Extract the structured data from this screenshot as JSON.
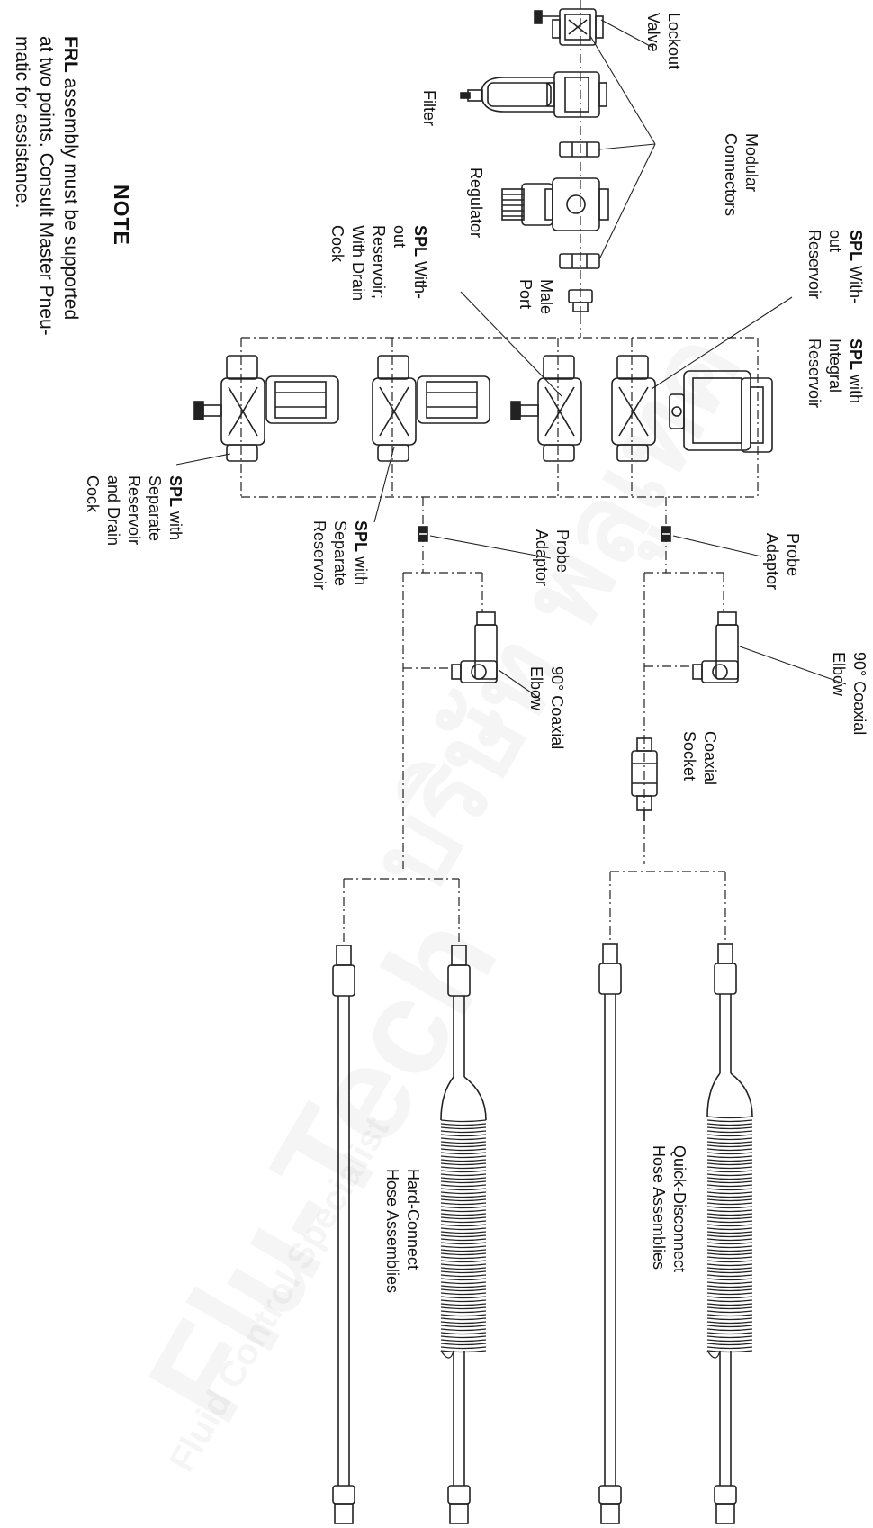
{
  "watermark": {
    "brand": "Flu-Tech",
    "tagline": "Fluid Control Specialist",
    "thai": "บริษัท ฟลูเทค"
  },
  "note": {
    "title": "NOTE",
    "lines": [
      {
        "bold": "FRL",
        "text": " assembly must be supported"
      },
      {
        "bold": "",
        "text": "at two points. Consult Master Pneu-"
      },
      {
        "bold": "",
        "text": "matic for assistance."
      }
    ]
  },
  "labels": {
    "lockout_valve": [
      "Lockout",
      "Valve"
    ],
    "filter": [
      "Filter"
    ],
    "modular_connectors": [
      "Modular",
      "Connectors"
    ],
    "regulator": [
      "Regulator"
    ],
    "male_port": [
      "Male",
      "Port"
    ],
    "spl_without_reservoir": {
      "bold": "SPL",
      "lines": [
        " With-",
        "out",
        "Reservoir"
      ]
    },
    "spl_without_reservoir_drain": {
      "bold": "SPL",
      "lines": [
        " With-",
        "out",
        "Reservoir;",
        "With Drain",
        "Cock"
      ]
    },
    "spl_integral_reservoir": {
      "bold": "SPL",
      "lines": [
        " with",
        "Integral",
        "Reservoir"
      ]
    },
    "spl_separate_reservoir": {
      "bold": "SPL",
      "lines": [
        " with",
        "Separate",
        "Reservoir"
      ]
    },
    "spl_separate_reservoir_drain": {
      "bold": "SPL",
      "lines": [
        " with",
        "Separate",
        "Reservoir",
        "and Drain",
        "Cock"
      ]
    },
    "probe_adaptor_1": [
      "Probe",
      "Adaptor"
    ],
    "probe_adaptor_2": [
      "Probe",
      "Adaptor"
    ],
    "elbow_1": [
      "90° Coaxial",
      "Elbow"
    ],
    "elbow_2": [
      "90° Coaxial",
      "Elbow"
    ],
    "coaxial_socket": [
      "Coaxial",
      "Socket"
    ],
    "quick_disconnect": [
      "Quick-Disconnect",
      "Hose Assemblies"
    ],
    "hard_connect": [
      "Hard-Connect",
      "Hose Assemblies"
    ]
  }
}
